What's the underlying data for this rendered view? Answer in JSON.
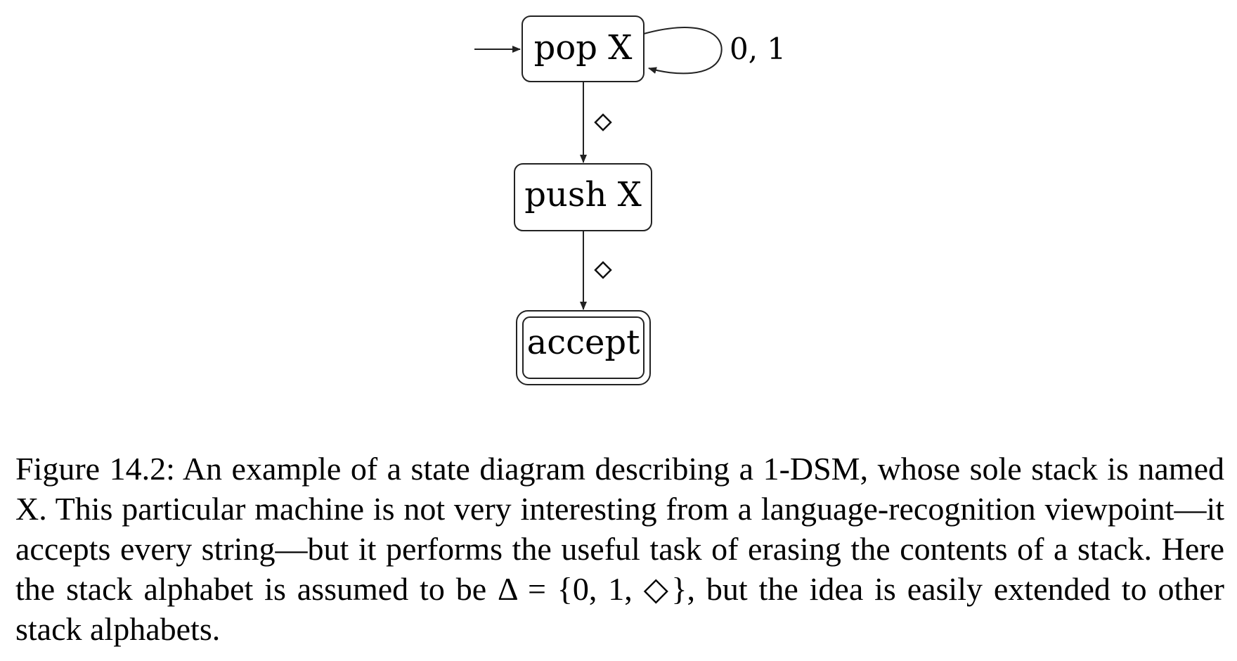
{
  "states": {
    "pop": "pop X",
    "push": "push X",
    "accept": "accept"
  },
  "transitions": {
    "self_loop_label": "0, 1",
    "pop_to_push_symbol": "diamond",
    "push_to_accept_symbol": "diamond"
  },
  "caption": "Figure 14.2: An example of a state diagram describing a 1-DSM, whose sole stack is named X. This particular machine is not very interesting from a language-recognition viewpoint—it accepts every string—but it performs the useful task of erasing the contents of a stack. Here the stack alphabet is assumed to be Δ = {0, 1, ◇}, but the idea is easily extended to other stack alphabets."
}
